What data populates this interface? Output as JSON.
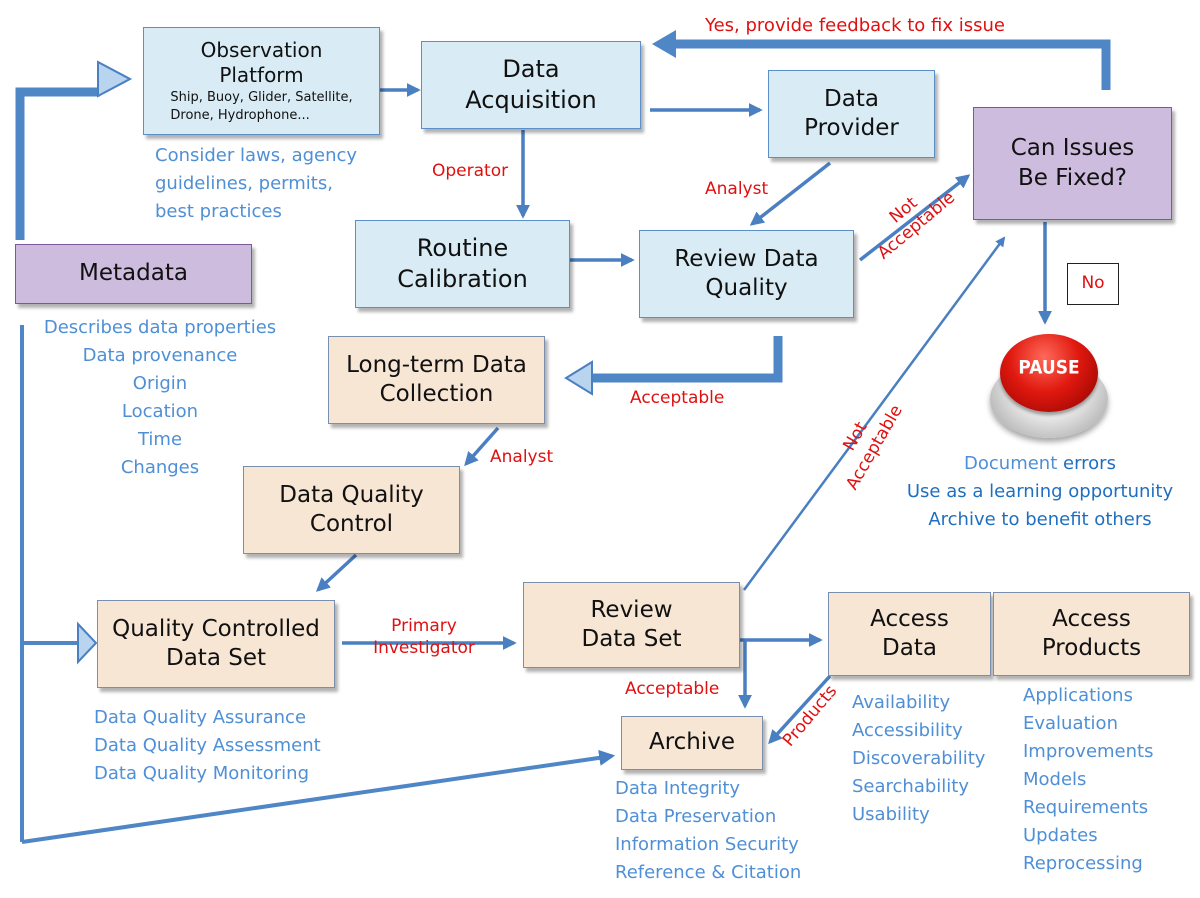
{
  "nodes": {
    "observation_platform": {
      "title_1": "Observation",
      "title_2": "Platform",
      "sub_1": "Ship, Buoy, Glider, Satellite,",
      "sub_2": "Drone, Hydrophone..."
    },
    "data_acquisition": {
      "line_1": "Data",
      "line_2": "Acquisition"
    },
    "data_provider": {
      "line_1": "Data",
      "line_2": "Provider"
    },
    "can_issues_be_fixed": {
      "line_1": "Can Issues",
      "line_2": "Be Fixed?"
    },
    "metadata": {
      "label": "Metadata"
    },
    "routine_calibration": {
      "line_1": "Routine",
      "line_2": "Calibration"
    },
    "review_data_quality": {
      "line_1": "Review Data",
      "line_2": "Quality"
    },
    "long_term_collection": {
      "line_1": "Long-term Data",
      "line_2": "Collection"
    },
    "data_quality_control": {
      "line_1": "Data Quality",
      "line_2": "Control"
    },
    "quality_controlled_data_set": {
      "line_1": "Quality Controlled",
      "line_2": "Data Set"
    },
    "review_data_set": {
      "line_1": "Review",
      "line_2": "Data Set"
    },
    "access_data": {
      "line_1": "Access",
      "line_2": "Data"
    },
    "access_products": {
      "line_1": "Access",
      "line_2": "Products"
    },
    "archive": {
      "label": "Archive"
    },
    "no_box": {
      "label": "No"
    },
    "pause_button": {
      "label": "PAUSE"
    }
  },
  "edge_labels": {
    "feedback": "Yes, provide feedback to fix issue",
    "operator": "Operator",
    "analyst_top": "Analyst",
    "not_acceptable_top_1": "Not",
    "not_acceptable_top_2": "Acceptable",
    "acceptable_mid": "Acceptable",
    "analyst_mid": "Analyst",
    "not_acceptable_mid_1": "Not",
    "not_acceptable_mid_2": "Acceptable",
    "primary_investigator_1": "Primary",
    "primary_investigator_2": "Investigator",
    "acceptable_bottom": "Acceptable",
    "products": "Products"
  },
  "notes": {
    "platform_notes": [
      "Consider laws, agency",
      "guidelines, permits,",
      "best practices"
    ],
    "metadata_notes": [
      "Describes data properties",
      "Data provenance",
      "Origin",
      "Location",
      "Time",
      "Changes"
    ],
    "pause_notes": {
      "line_1_a": "Document ",
      "line_1_b": "errors",
      "line_2": "Use as a learning opportunity",
      "line_3": "Archive to benefit others"
    },
    "qc_notes": [
      "Data Quality Assurance",
      "Data Quality Assessment",
      "Data Quality Monitoring"
    ],
    "archive_notes": [
      "Data Integrity",
      "Data Preservation",
      "Information Security",
      "Reference & Citation"
    ],
    "access_data_notes": [
      "Availability",
      "Accessibility",
      "Discoverability",
      "Searchability",
      "Usability"
    ],
    "access_products_notes": [
      "Applications",
      "Evaluation",
      "Improvements",
      "Models",
      "Requirements",
      "Updates",
      "Reprocessing"
    ]
  },
  "colors": {
    "arrow": "#4a7fc1",
    "note_text": "#4f8fd6",
    "note_text_dark": "#1f6fc0",
    "label_red": "#e01010",
    "box_blue": "#d9ecf5",
    "box_purple": "#cdbcdd",
    "box_peach": "#f8e6d5"
  }
}
